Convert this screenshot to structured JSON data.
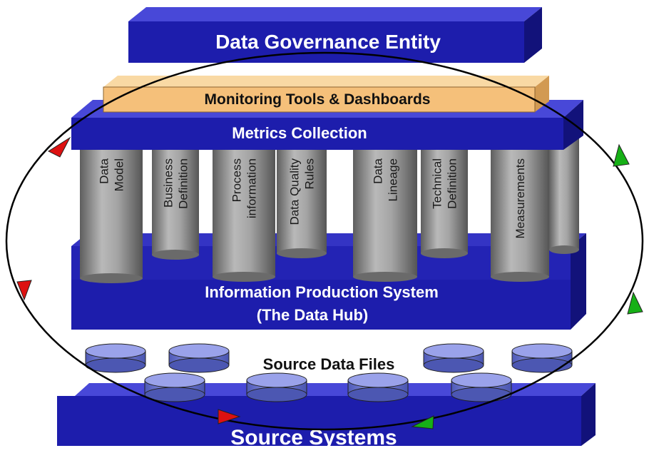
{
  "governance": {
    "label": "Data Governance Entity"
  },
  "monitoring": {
    "label": "Monitoring Tools & Dashboards"
  },
  "metrics": {
    "label": "Metrics Collection"
  },
  "pillars": [
    {
      "lines": [
        "Data",
        "Model"
      ]
    },
    {
      "lines": [
        "Business",
        "Definition"
      ]
    },
    {
      "lines": [
        "Process",
        "information"
      ]
    },
    {
      "lines": [
        "Data Quality",
        "Rules"
      ]
    },
    {
      "lines": [
        "Data",
        "Lineage"
      ]
    },
    {
      "lines": [
        "Technical",
        "Definition"
      ]
    },
    {
      "lines": [
        "Measurements"
      ]
    }
  ],
  "hub": {
    "line1": "Information Production System",
    "line2": "(The Data Hub)"
  },
  "source_files": {
    "label": "Source Data Files"
  },
  "source_systems": {
    "label": "Source Systems"
  },
  "colors": {
    "block_front": "#1d1dac",
    "block_top": "#4848d8",
    "block_side": "#12127a",
    "monitor_front": "#f5c07a",
    "pillar": "#8c8c8c",
    "disk": "#7b85d9",
    "arrow_red": "#dd1111",
    "arrow_green": "#16b016"
  }
}
